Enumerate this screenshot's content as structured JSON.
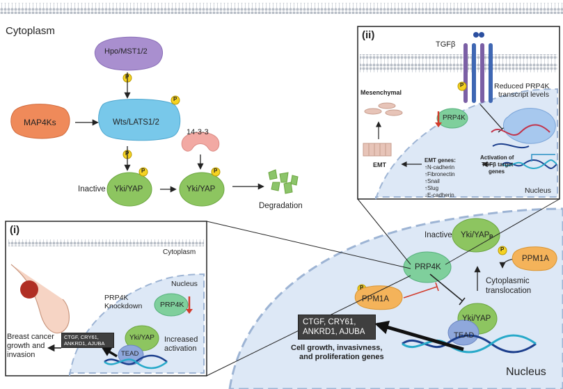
{
  "labels": {
    "cytoplasm": "Cytoplasm",
    "hpo": "Hpo/MST1/2",
    "map4ks": "MAP4Ks",
    "wts": "Wts/LATS1/2",
    "p": "P",
    "inactive": "Inactive",
    "yki_yap": "Yki/YAP",
    "fourteen33": "14-3-3",
    "degradation": "Degradation",
    "nucleus": "Nucleus",
    "prp4k": "PRP4K",
    "ppm1a": "PPM1A",
    "cyto_trans_1": "Cytoplasmic",
    "cyto_trans_2": "translocation",
    "tead": "TEAD",
    "genes_1": "CTGF, CRY61,",
    "genes_2": "ANKRD1, AJUBA",
    "growth_1": "Cell growth, invasivness,",
    "growth_2": "and proliferation genes"
  },
  "panel_i": {
    "tag": "(i)",
    "cytoplasm": "Cytoplasm",
    "nucleus": "Nucleus",
    "knockdown_1": "PRP4K",
    "knockdown_2": "Knockdown",
    "prp4k": "PRP4K",
    "increased_1": "Increased",
    "increased_2": "activation",
    "cancer_1": "Breast cancer",
    "cancer_2": "growth and",
    "cancer_3": "invasion",
    "genes_1": "CTGF, CRY61,",
    "genes_2": "ANKRD1, AJUBA",
    "yki": "Yki/YAP",
    "tead": "TEAD"
  },
  "panel_ii": {
    "tag": "(ii)",
    "tgfb": "TGFβ",
    "reduced_1": "Reduced PRP4K",
    "reduced_2": "transcript levels",
    "mesenchymal": "Mesenchymal",
    "emt": "EMT",
    "prp4k": "PRP4K",
    "emt_genes_title": "EMT genes:",
    "emt_genes": [
      "↑N-cadherin",
      "↑Fibronectin",
      "↑Snail",
      "↑Slug",
      "↓E-cadherin"
    ],
    "activation_1": "Activation of",
    "activation_2": "TGFβ target",
    "activation_3": "genes",
    "nucleus": "Nucleus"
  },
  "colors": {
    "hpo": "#a98fcf",
    "map4k": "#ef8a5a",
    "wts": "#78c8ea",
    "yki": "#8dc560",
    "prp4k": "#7fcf9c",
    "ppm1a": "#f4b35a",
    "fourteen33": "#f2a9a3",
    "degradation": "#8cc46a",
    "tead": "#8fa8dc",
    "phospho": "#f5d222",
    "nucleus_fill": "#dde8f6",
    "inhibit": "#d23b2b"
  },
  "icons": [
    "membrane-bilayer",
    "phosphate-badge",
    "dna-helix",
    "breast-tumor",
    "tgfb-receptor",
    "ribosome",
    "mesenchymal-cells",
    "epithelial-cells"
  ]
}
